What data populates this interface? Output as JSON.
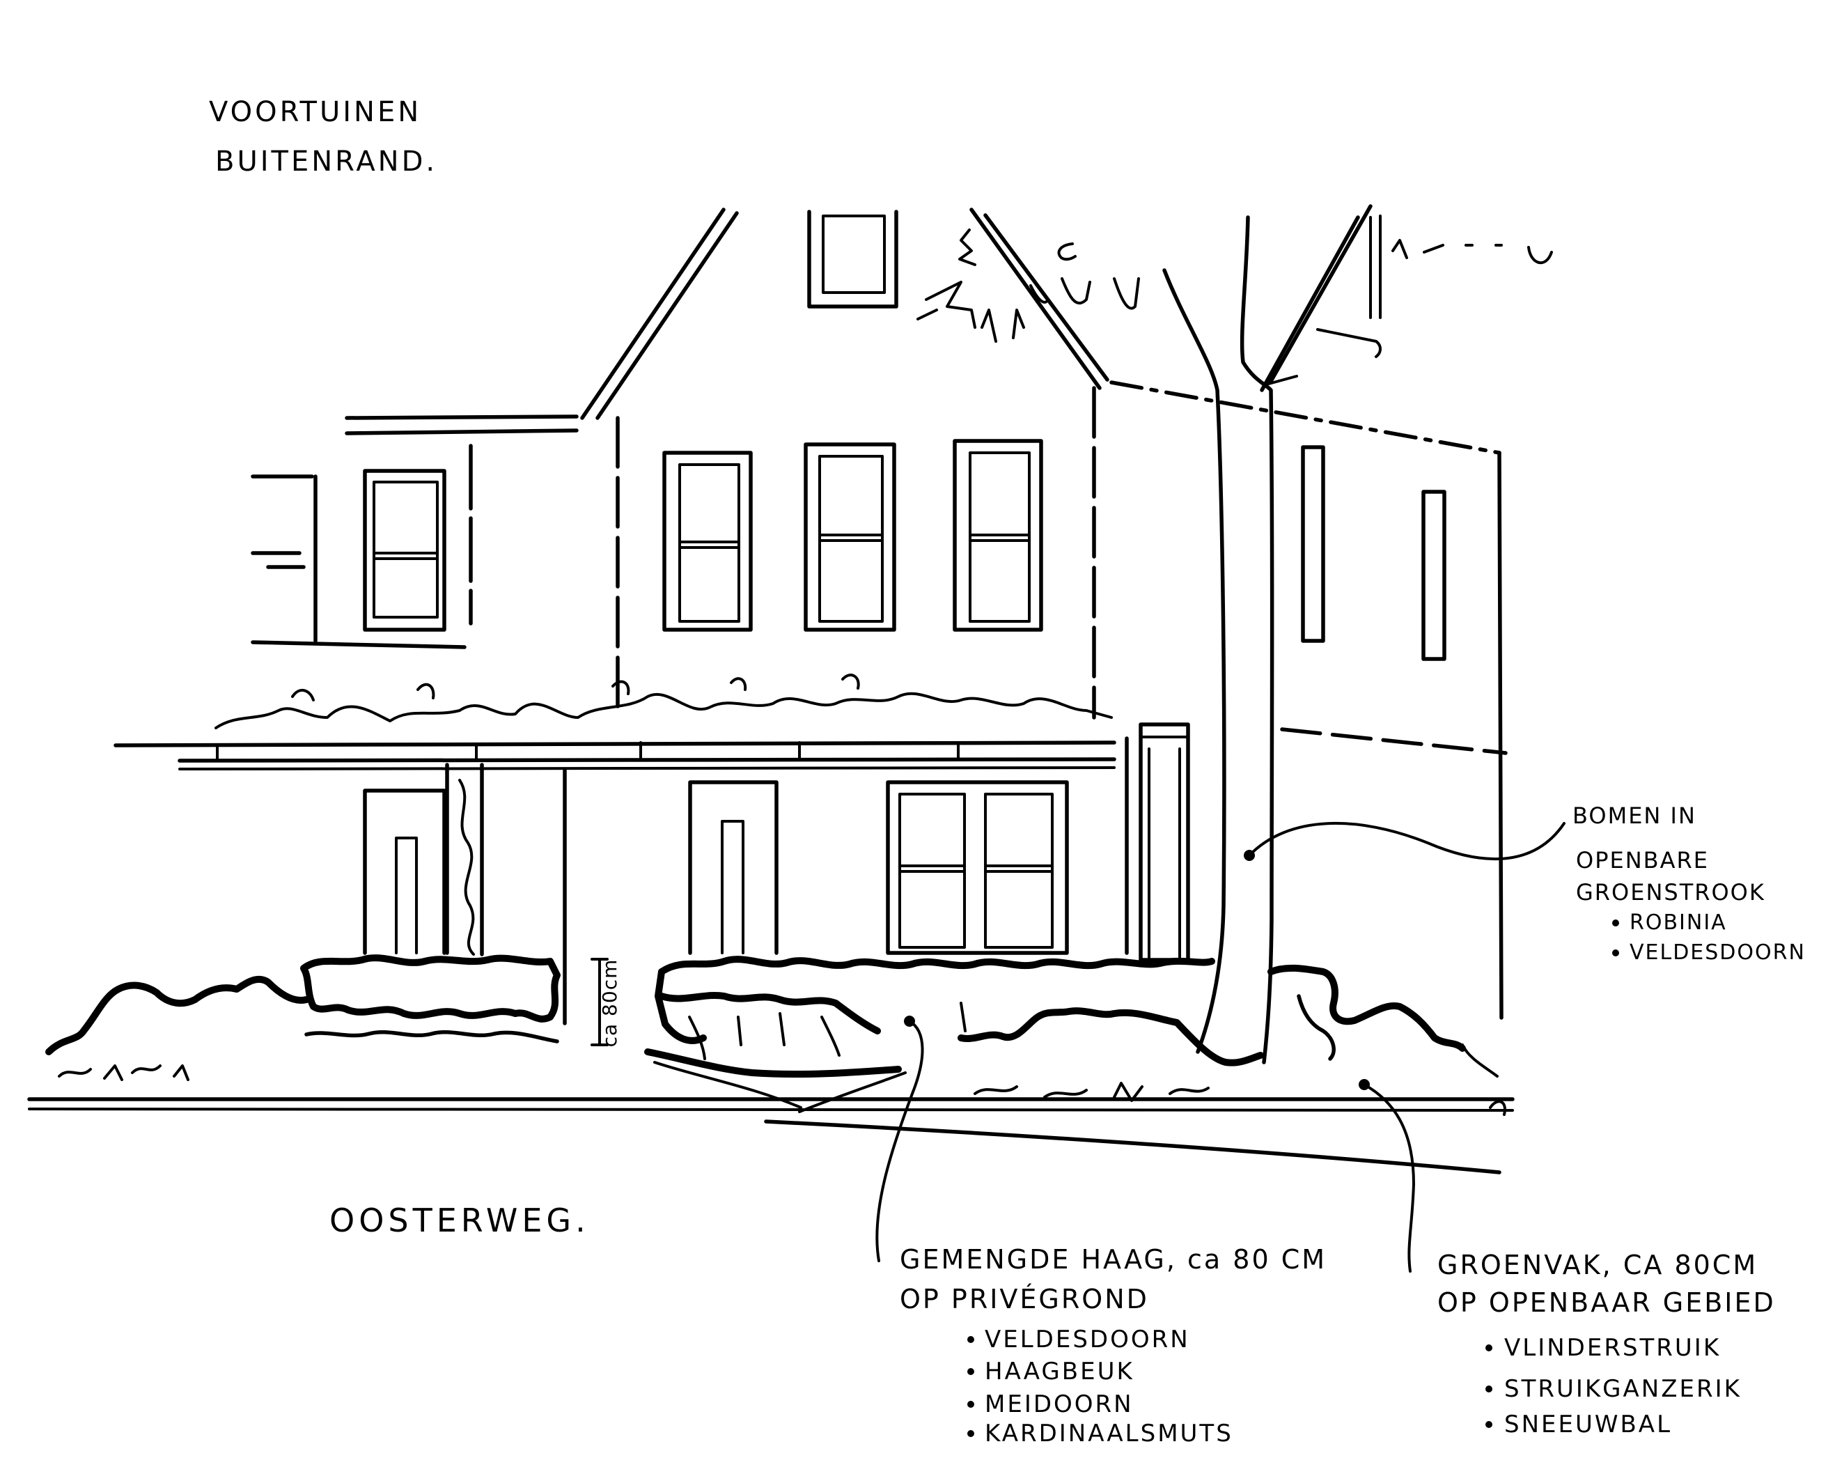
{
  "title": {
    "line1": "VOORTUINEN",
    "line2": "BUITENRAND."
  },
  "street": "OOSTERWEG.",
  "height_mark": "ca 80cm",
  "annotations": {
    "trees": {
      "line1": "BOMEN IN",
      "line2": "OPENBARE",
      "line3": "GROENSTROOK",
      "items": [
        "ROBINIA",
        "VELDESDOORN"
      ]
    },
    "hedge": {
      "line1": "GEMENGDE HAAG, ca 80 CM",
      "line2": "OP PRIVÉGROND",
      "items": [
        "VELDESDOORN",
        "HAAGBEUK",
        "MEIDOORN",
        "KARDINAALSMUTS"
      ]
    },
    "green": {
      "line1": "GROENVAK, CA 80CM",
      "line2": "OP OPENBAAR GEBIED",
      "items": [
        "VLINDERSTRUIK",
        "STRUIKGANZERIK",
        "SNEEUWBAL"
      ]
    }
  },
  "colors": {
    "ink": "#000000",
    "paper": "#ffffff"
  }
}
